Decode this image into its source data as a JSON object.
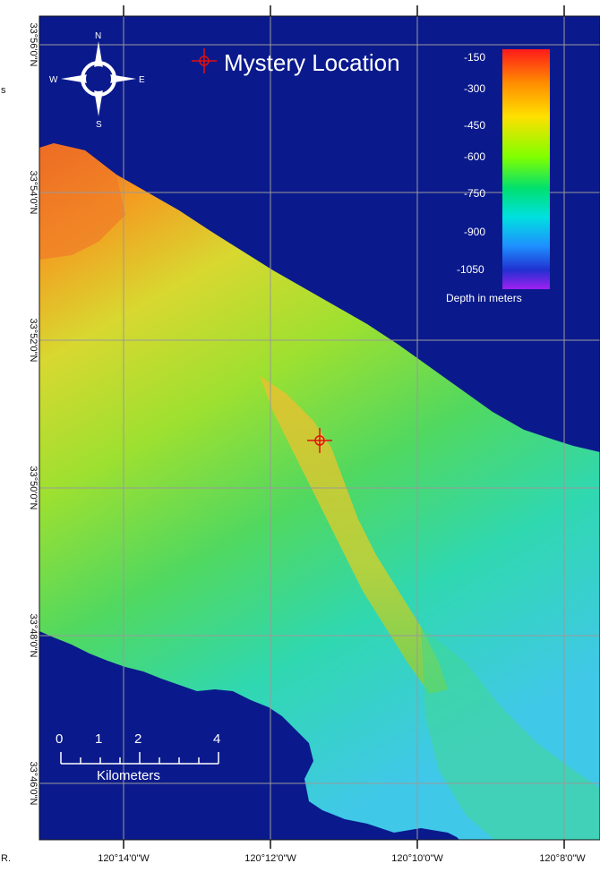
{
  "map": {
    "ocean_color": "#0a1a8c",
    "grid_color": "#9a9a9a",
    "marker_color": "#e01010"
  },
  "legend": {
    "marker_label": "Mystery Location",
    "depth_ticks": [
      "-150",
      "-300",
      "-450",
      "-600",
      "-750",
      "-900",
      "-1050"
    ],
    "depth_title": "Depth in meters",
    "gradient_colors": [
      "#ff1a1a",
      "#ff8c00",
      "#ffe000",
      "#7fff00",
      "#00e070",
      "#00e0e0",
      "#1e90ff",
      "#2030d0",
      "#a020f0"
    ]
  },
  "compass": {
    "north": "N",
    "south": "S",
    "east": "E",
    "west": "W"
  },
  "scale_bar": {
    "ticks": [
      "0",
      "1",
      "2",
      "4"
    ],
    "unit": "Kilometers"
  },
  "axes": {
    "latitudes": [
      "33°56'0\"N",
      "33°54'0\"N",
      "33°52'0\"N",
      "33°50'0\"N",
      "33°48'0\"N",
      "33°46'0\"N"
    ],
    "longitudes": [
      "120°14'0\"W",
      "120°12'0\"W",
      "120°10'0\"W",
      "120°8'0\"W"
    ],
    "corner_top_left": "s",
    "corner_bottom_left": "R."
  }
}
